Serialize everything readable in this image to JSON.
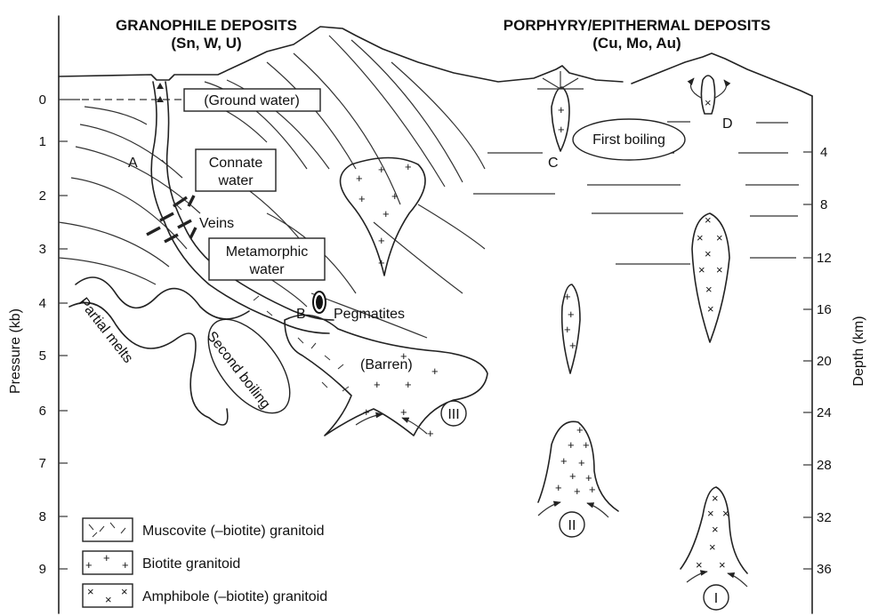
{
  "headers": {
    "left_title": "GRANOPHILE DEPOSITS",
    "left_sub": "(Sn, W, U)",
    "right_title": "PORPHYRY/EPITHERMAL DEPOSITS",
    "right_sub": "(Cu, Mo, Au)"
  },
  "axes": {
    "left_label": "Pressure (kb)",
    "right_label": "Depth (km)",
    "pressure_ticks": [
      "0",
      "1",
      "2",
      "3",
      "4",
      "5",
      "6",
      "7",
      "8",
      "9"
    ],
    "depth_ticks": [
      "4",
      "8",
      "12",
      "16",
      "20",
      "24",
      "28",
      "32",
      "36"
    ]
  },
  "labels": {
    "ground_water": "(Ground water)",
    "connate_1": "Connate",
    "connate_2": "water",
    "veins": "Veins",
    "metamorphic_1": "Metamorphic",
    "metamorphic_2": "water",
    "partial_melts": "Partial melts",
    "second_boiling": "Second boiling",
    "first_boiling": "First boiling",
    "pegmatites": "Pegmatites",
    "barren": "(Barren)",
    "point_a": "A",
    "point_b": "B",
    "point_c": "C",
    "point_d": "D",
    "roman_1": "I",
    "roman_2": "II",
    "roman_3": "III"
  },
  "legend": [
    {
      "label": "Muscovite (–biotite) granitoid",
      "symbol": "muscovite"
    },
    {
      "label": "Biotite granitoid",
      "symbol": "plus"
    },
    {
      "label": "Amphibole (–biotite) granitoid",
      "symbol": "cross"
    }
  ]
}
